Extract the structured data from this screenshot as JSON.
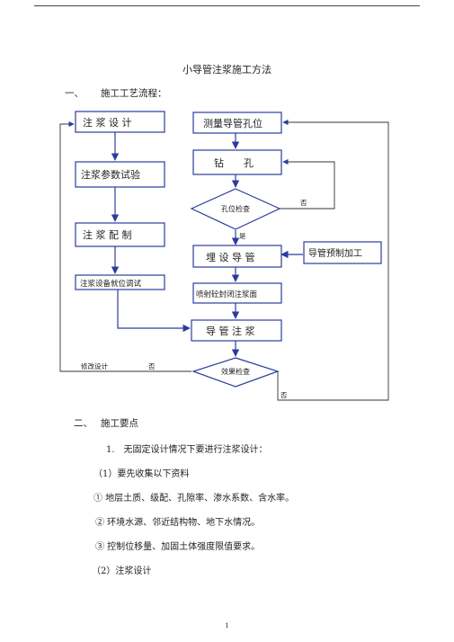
{
  "doc": {
    "title": "小导管注浆施工方法",
    "section1_num": "一、",
    "section1_title": "施工工艺流程：",
    "section2_num": "二、",
    "section2_title": "施工要点",
    "page_number": "1"
  },
  "flow": {
    "design": "注 浆 设 计",
    "param_test": "注浆参数试验",
    "mix": "注 浆 配 制",
    "equip": "注浆设备就位调试",
    "measure": "测量导管孔位",
    "drill": "钻　　孔",
    "hole_check": "孔位检查",
    "lay_pipe": "埋 设 导 管",
    "prefab": "导管预制加工",
    "seal": "喷射砼封闭注浆面",
    "grout": "导 管 注 浆",
    "effect_check": "效果检查",
    "no1": "否",
    "yes": "是",
    "modify_design": "修改设计",
    "no2": "否",
    "no3": "否"
  },
  "content": {
    "item1": "1.　无固定设计情况下要进行注浆设计：",
    "sub1": "（1）要先收集以下资料",
    "c1": "①  地层土质、级配、孔隙率、渗水系数、含水率。",
    "c2": "②  环境水源、邻近结构物、地下水情况。",
    "c3": "③  控制位移量、加固土体强度限值要求。",
    "sub2": "（2）注浆设计"
  },
  "colors": {
    "flow_line": "#2c3c9c",
    "text": "#222222"
  }
}
